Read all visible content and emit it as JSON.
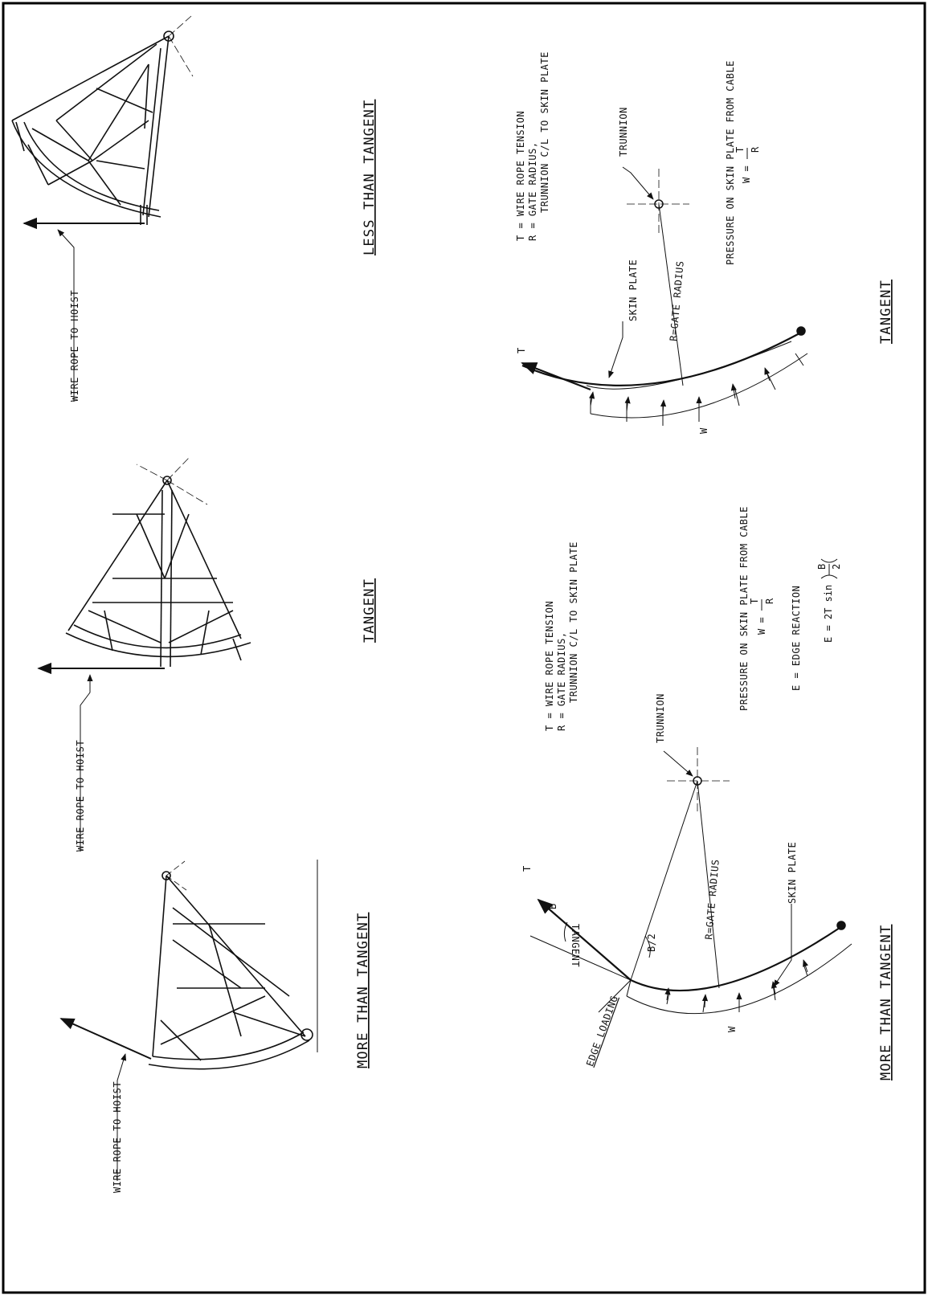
{
  "labels": {
    "wire_rope_to_hoist": "WIRE ROPE TO HOIST",
    "trunnion": "TRUNNION",
    "skin_plate": "SKIN PLATE",
    "gate_radius": "R=GATE RADIUS",
    "edge_loading": "EDGE LOADING",
    "tangent_small": "TANGENT",
    "T": "T",
    "W": "W",
    "B": "B",
    "B2": "B/2"
  },
  "captions": {
    "less_than_tangent": "LESS THAN TANGENT",
    "tangent": "TANGENT",
    "more_than_tangent": "MORE THAN TANGENT"
  },
  "legend": {
    "t_def": "T = WIRE ROPE TENSION",
    "r_def": "R = GATE RADIUS,",
    "r_def2": "TRUNNION C/L TO SKIN PLATE"
  },
  "formulas": {
    "pressure": "PRESSURE ON SKIN PLATE FROM CABLE",
    "w_left": "W =",
    "w_num": "T",
    "w_den": "R",
    "e_def": "E = EDGE REACTION",
    "e_formula": "E = 2T sin",
    "e_frac_num": "B",
    "e_frac_den": "2"
  }
}
